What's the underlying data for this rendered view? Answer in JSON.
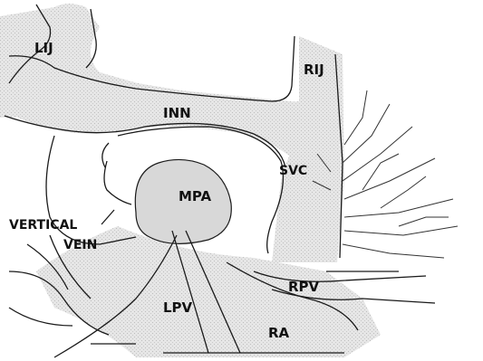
{
  "labels": {
    "lij": "LIJ",
    "rij": "RIJ",
    "inn": "INN",
    "svc": "SVC",
    "mpa": "MPA",
    "vertical_vein_line1": "VERTICAL",
    "vertical_vein_line2": "VEIN",
    "rpv": "RPV",
    "lpv": "LPV",
    "ra": "RA"
  },
  "colors": {
    "background": "#ffffff",
    "vessel_fill": "#e4e4e4",
    "outline": "#1a1a1a",
    "text": "#111111"
  }
}
